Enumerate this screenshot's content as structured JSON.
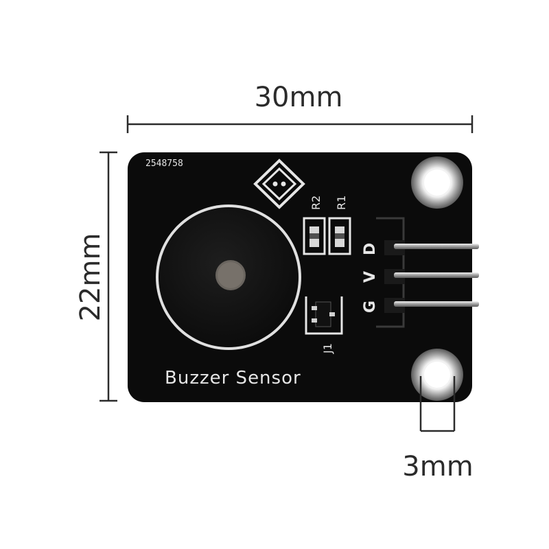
{
  "dimensions": {
    "width_label": "30mm",
    "height_label": "22mm",
    "mount_label": "3mm"
  },
  "board": {
    "serial": "2548758",
    "title": "Buzzer Sensor",
    "resistor_labels": [
      "R2",
      "R1"
    ],
    "jumper_label": "J1",
    "pin_labels": [
      "D",
      "V",
      "G"
    ]
  },
  "colors": {
    "pcb": "#0b0b0b",
    "silkscreen": "#e6e6e6",
    "dimension_line": "#2b2b2b",
    "pin_metal": "#c8c8c8"
  }
}
